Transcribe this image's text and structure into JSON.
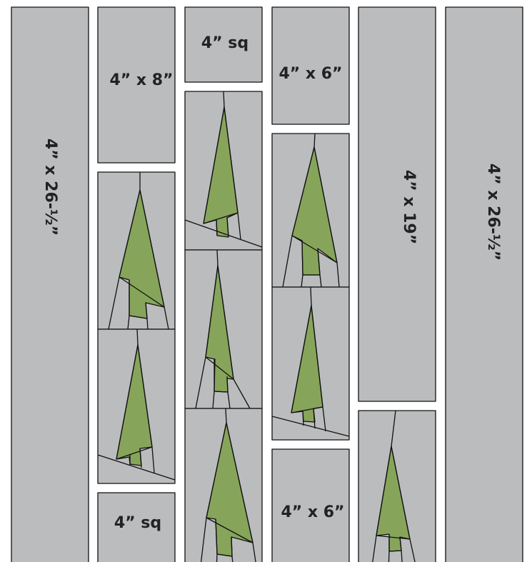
{
  "colors": {
    "fabric_gray": "#bbbcbe",
    "tree_green": "#86a55a",
    "outline": "#111111",
    "label": "#222222"
  },
  "labels": {
    "col1_strip": "4” x 26-½”",
    "col2_top": "4” x 8”",
    "col2_bottom": "4” sq",
    "col3_top": "4” sq",
    "col4_top": "4” x 6”",
    "col4_bottom": "4” x 6”",
    "col5_strip": "4” x 19”",
    "col6_strip": "4” x 26-½”"
  },
  "blocks": {
    "tree_block_icon": "tree-block-icon"
  }
}
